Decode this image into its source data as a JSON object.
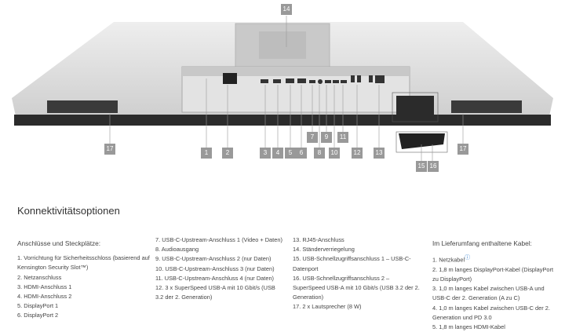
{
  "callouts": {
    "c1": "1",
    "c2": "2",
    "c3": "3",
    "c4": "4",
    "c5": "5",
    "c6": "6",
    "c7": "7",
    "c8": "8",
    "c9": "9",
    "c10": "10",
    "c11": "11",
    "c12": "12",
    "c13": "13",
    "c14": "14",
    "c15": "15",
    "c16": "16",
    "c17a": "17",
    "c17b": "17"
  },
  "title": "Konnektivitätsoptionen",
  "ports": {
    "heading": "Anschlüsse und Steckplätze:",
    "col1": [
      "1. Vorrichtung für Sicherheitsschloss (basierend auf Kensington Security Slot™)",
      "2. Netzanschluss",
      "3. HDMI-Anschluss 1",
      "4. HDMI-Anschluss 2",
      "5. DisplayPort 1",
      "6. DisplayPort 2"
    ],
    "col2": [
      "7. USB-C-Upstream-Anschluss 1 (Video + Daten)",
      "8. Audioausgang",
      "9. USB-C-Upstream-Anschluss 2 (nur Daten)",
      "10. USB-C-Upstream-Anschluss 3 (nur Daten)",
      "11. USB-C-Upstream-Anschluss 4 (nur Daten)",
      "12. 3 x SuperSpeed USB-A mit 10 Gbit/s (USB 3.2 der 2. Generation)"
    ],
    "col3": [
      "13. RJ45-Anschluss",
      "14. Ständerverriegelung",
      "15. USB-Schnellzugriffsanschluss 1 – USB-C-Datenport",
      "16. USB-Schnellzugriffsanschluss 2 – SuperSpeed USB-A mit 10 Gbit/s (USB 3.2 der 2. Generation)",
      "17. 2 x Lautsprecher (8 W)"
    ]
  },
  "cables": {
    "heading": "Im Lieferumfang enthaltene Kabel:",
    "items": [
      "1. Netzkabel",
      "2. 1,8 m langes DisplayPort-Kabel (DisplayPort zu DisplayPort)",
      "3. 1,0 m langes Kabel zwischen USB-A und USB-C der 2. Generation (A zu C)",
      "4. 1,0 m langes Kabel zwischen USB-C der 2. Generation und PD 3.0",
      "5. 1,8 m langes HDMI-Kabel"
    ],
    "info_icon": "ⓘ"
  },
  "colors": {
    "label": "#999999",
    "body": "#d9d9d9",
    "bezel": "#2b2b2b"
  }
}
